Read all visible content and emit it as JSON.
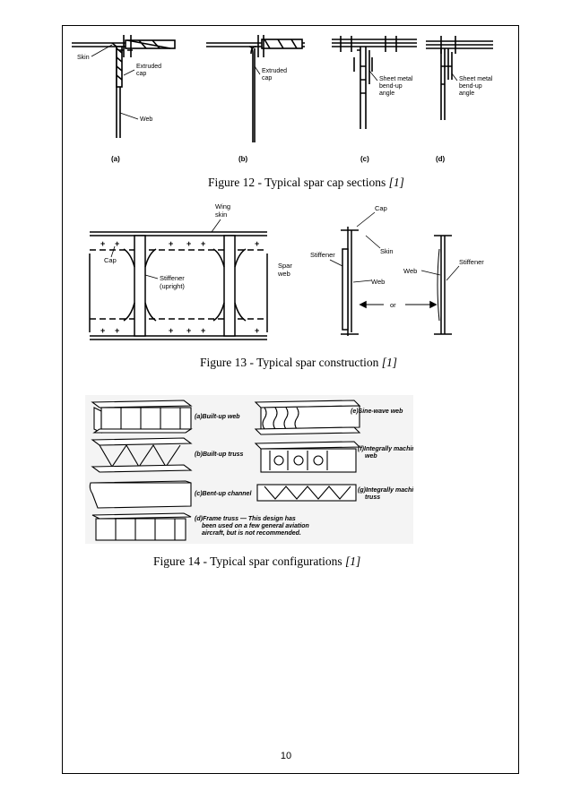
{
  "figure12": {
    "caption": "Figure 12 - Typical spar cap sections",
    "ref": "[1]",
    "labels": {
      "skin": "Skin",
      "extruded_cap_a": "Extruded\ncap",
      "web": "Web",
      "extruded_cap_b": "Extruded\ncap",
      "sheet_metal_c": "Sheet metal\nbend-up\nangle",
      "sheet_metal_d": "Sheet metal\nbend-up\nangle",
      "a": "(a)",
      "b": "(b)",
      "c": "(c)",
      "d": "(d)"
    }
  },
  "figure13": {
    "caption": "Figure 13 - Typical spar construction",
    "ref": "[1]",
    "labels": {
      "wing_skin": "Wing\nskin",
      "cap_left": "Cap",
      "stiffener_upright": "Stiffener\n(upright)",
      "spar_web": "Spar\nweb",
      "cap_right": "Cap",
      "skin": "Skin",
      "stiffener_left": "Stiffener",
      "web_left": "Web",
      "web_right": "Web",
      "stiffener_right": "Stiffener",
      "or": "or"
    }
  },
  "figure14": {
    "caption": "Figure 14 - Typical spar configurations",
    "ref": "[1]",
    "labels": {
      "a": "(a)Built-up web",
      "b": "(b)Built-up truss",
      "c": "(c)Bent-up channel",
      "d": "(d)Frame truss — This design has\n been used on a few general aviation\n aircraft, but is not recommended.",
      "e": "(e)Sine-wave web",
      "f": "(f)Integrally machined\n web",
      "g": "(g)Integrally machined\n truss"
    }
  },
  "page_number": "10"
}
